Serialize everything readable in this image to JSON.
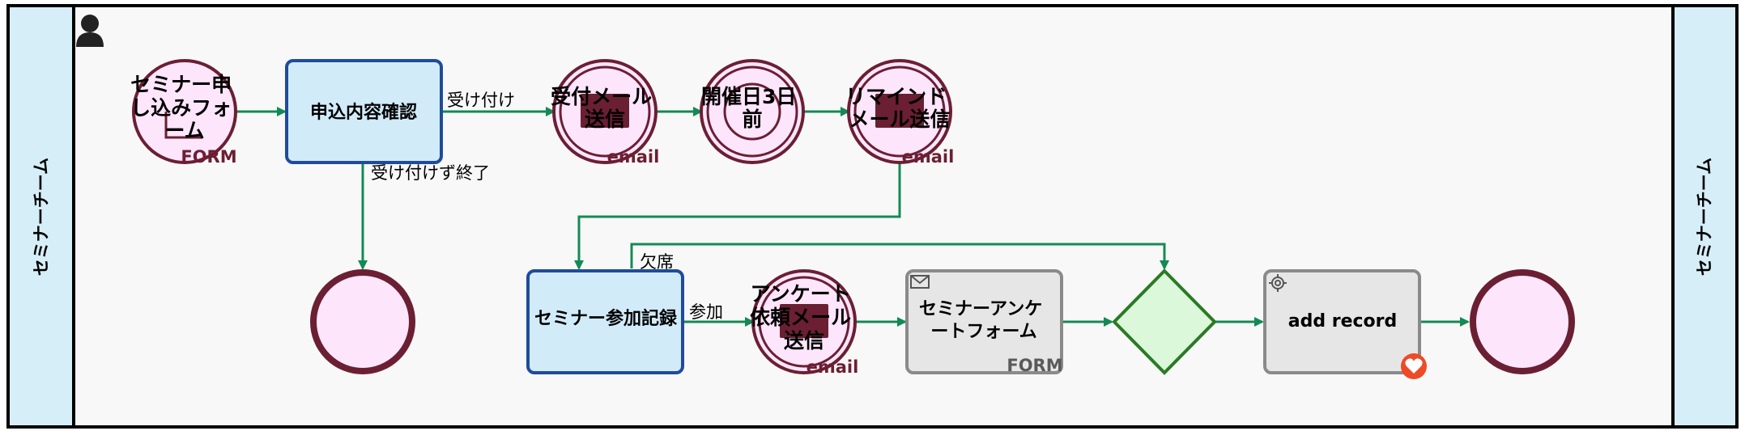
{
  "pool": {
    "lane_label_left": "セミナーチーム",
    "lane_label_right": "セミナーチーム"
  },
  "nodes": {
    "form_start": {
      "lines": [
        "セミナー申",
        "し込みフォ",
        "ーム"
      ],
      "tag": "FORM"
    },
    "confirm_task": {
      "label": "申込内容確認"
    },
    "accept_email": {
      "lines": [
        "受付メール",
        "送信"
      ],
      "tag": "email"
    },
    "three_days_before": {
      "lines": [
        "開催日3日",
        "前"
      ]
    },
    "reminder_email": {
      "lines": [
        "リマインド",
        "メール送信"
      ],
      "tag": "email"
    },
    "attendance_task": {
      "label": "セミナー参加記録"
    },
    "survey_email": {
      "lines": [
        "アンケート",
        "依頼メール",
        "送信"
      ],
      "tag": "email"
    },
    "survey_form_task": {
      "lines": [
        "セミナーアンケ",
        "ートフォーム"
      ],
      "tag": "FORM"
    },
    "add_record_task": {
      "label": "add record"
    }
  },
  "flows": {
    "accept": "受け付け",
    "not_accepted_end": "受け付けず終了",
    "absent": "欠席",
    "participate": "参加"
  },
  "colors": {
    "lane": "#d6eef8",
    "canvas": "#f8f8f8",
    "flow": "#138a55",
    "event_fill": "#fde6fb",
    "event_stroke": "#6b1f33",
    "task_blue_fill": "#d2ebf9",
    "task_blue_stroke": "#1f4c9a",
    "task_grey_fill": "#e6e6e6",
    "task_grey_stroke": "#8a8a8a",
    "gateway_fill": "#dcf8da",
    "gateway_stroke": "#2a7a25",
    "badge": "#ee4a26"
  },
  "icons": [
    "user-icon",
    "envelope-icon",
    "gear-icon",
    "heart-badge-icon"
  ]
}
